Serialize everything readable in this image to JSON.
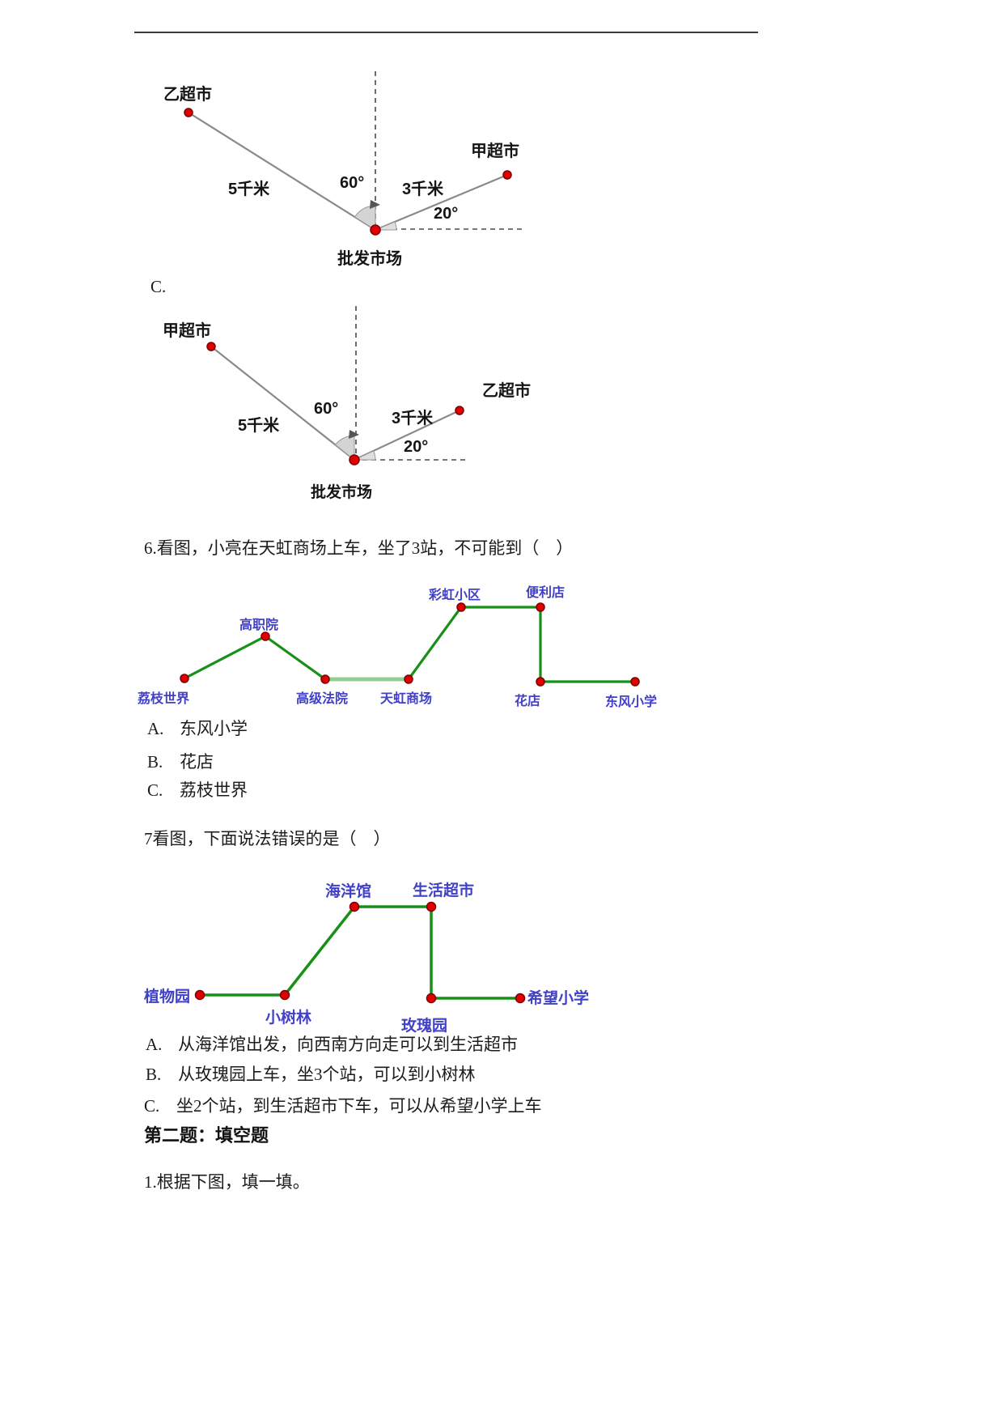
{
  "colors": {
    "station_label_blue": "#4040c8",
    "route_line_green": "#189018",
    "route_line_pale_green": "#93cf93",
    "station_dot_red": "#e00000",
    "diagram_line_gray": "#8a8a8a"
  },
  "diagram_b": {
    "top_left_station": "乙超市",
    "right_station": "甲超市",
    "left_distance": "5千米",
    "right_distance": "3千米",
    "north_angle": "60°",
    "east_angle": "20°",
    "center_label": "批发市场"
  },
  "option_c_label": "C.",
  "diagram_c": {
    "top_left_station": "甲超市",
    "right_station": "乙超市",
    "left_distance": "5千米",
    "right_distance": "3千米",
    "north_angle": "60°",
    "east_angle": "20°",
    "center_label": "批发市场"
  },
  "q6": {
    "question": "6.看图，小亮在天虹商场上车，坐了3站，不可能到（　）",
    "stations": [
      "荔枝世界",
      "高职院",
      "高级法院",
      "天虹商场",
      "彩虹小区",
      "便利店",
      "花店",
      "东风小学"
    ],
    "choices": [
      {
        "label": "A.",
        "text": "东风小学"
      },
      {
        "label": "B.",
        "text": "花店"
      },
      {
        "label": "C.",
        "text": "荔枝世界"
      }
    ]
  },
  "q7": {
    "question": "7看图，下面说法错误的是（　）",
    "stations": [
      "植物园",
      "小树林",
      "海洋馆",
      "生活超市",
      "玫瑰园",
      "希望小学"
    ],
    "choices": [
      {
        "label": "A.",
        "text": "从海洋馆出发，向西南方向走可以到生活超市"
      },
      {
        "label": "B.",
        "text": "从玫瑰园上车，坐3个站，可以到小树林"
      },
      {
        "label": "C.",
        "text": "坐2个站，到生活超市下车，可以从希望小学上车"
      }
    ]
  },
  "section2": {
    "heading": "第二题：填空题"
  },
  "fill_q1": {
    "text": "1.根据下图，填一填。"
  }
}
